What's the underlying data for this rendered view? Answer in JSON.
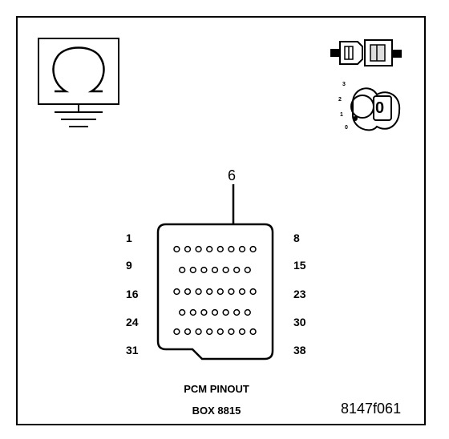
{
  "left_pin_labels": [
    "1",
    "9",
    "16",
    "24",
    "31"
  ],
  "right_pin_labels": [
    "8",
    "15",
    "23",
    "30",
    "38"
  ],
  "rows": [
    8,
    7,
    8,
    7,
    8
  ],
  "pointer_label": "6",
  "key_positions": [
    "3",
    "2",
    "1",
    "0"
  ],
  "key_glyph": "0",
  "caption_line1": "PCM PINOUT",
  "caption_line2": "BOX 8815",
  "figure_id": "8147f061",
  "icons": [
    "ohmmeter-ground-icon",
    "connector-icon",
    "ignition-key-icon"
  ]
}
